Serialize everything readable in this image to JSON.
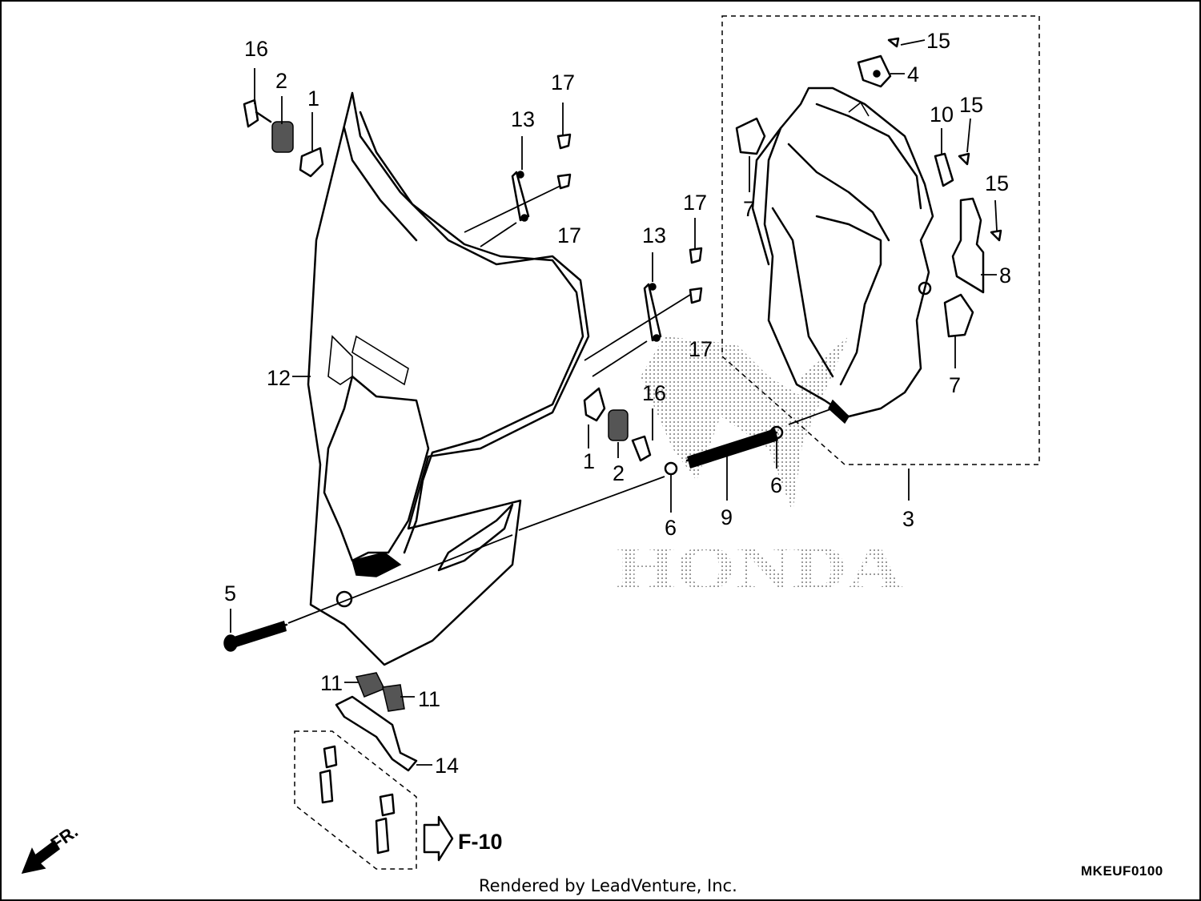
{
  "callouts": {
    "c16a": "16",
    "c2a": "2",
    "c1a": "1",
    "c17a": "17",
    "c13a": "13",
    "c17b": "17",
    "c17c": "17",
    "c13b": "13",
    "c17d": "17",
    "c15a": "15",
    "c4": "4",
    "c10": "10",
    "c15b": "15",
    "c15c": "15",
    "c7a": "7",
    "c8": "8",
    "c7b": "7",
    "c12": "12",
    "c1b": "1",
    "c2b": "2",
    "c16b": "16",
    "c6a": "6",
    "c9": "9",
    "c6b": "6",
    "c3": "3",
    "c5": "5",
    "c11a": "11",
    "c11b": "11",
    "c14": "14"
  },
  "reference": {
    "label": "F-10"
  },
  "front_marker": {
    "label": "FR."
  },
  "watermark": {
    "text": "HONDA",
    "emblem_icon": "honda-wing-icon"
  },
  "footer": {
    "rendered_by": "Rendered by LeadVenture, Inc.",
    "diagram_code": "MKEUF0100"
  },
  "colors": {
    "line": "#000000",
    "watermark_dots": "#9a9a9a",
    "background": "#ffffff"
  }
}
